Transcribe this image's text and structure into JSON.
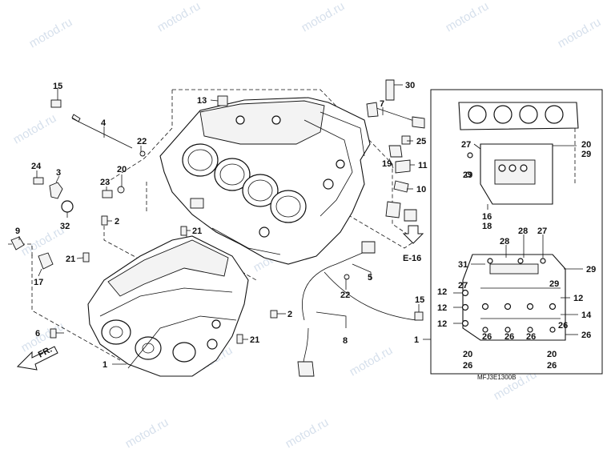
{
  "watermark": "motod.ru",
  "diagram_code": "MFJ3E1300B",
  "ref_e16": "E-16",
  "front_marker": "FR.",
  "callouts": {
    "c1a": "1",
    "c1b": "1",
    "c2a": "2",
    "c2b": "2",
    "c3": "3",
    "c4": "4",
    "c5": "5",
    "c6": "6",
    "c7": "7",
    "c8": "8",
    "c9": "9",
    "c10": "10",
    "c11": "11",
    "c13": "13",
    "c15a": "15",
    "c15b": "15",
    "c17": "17",
    "c19": "19",
    "c20a": "20",
    "c20b": "20",
    "c21a": "21",
    "c21b": "21",
    "c21c": "21",
    "c22a": "22",
    "c22b": "22",
    "c23": "23",
    "c24": "24",
    "c25": "25",
    "c30": "30",
    "c32": "32"
  },
  "detail_callouts": {
    "d20_29": [
      "20",
      "29"
    ],
    "d27": "27",
    "d29": "29",
    "d16_18": [
      "16",
      "18"
    ],
    "d28": "28",
    "d28b": "28",
    "d27b": "27",
    "d31": "31",
    "d29b": "29",
    "d29c": "29",
    "d27c": "27",
    "d12a": "12",
    "d12b": "12",
    "d12c": "12",
    "d12d": "12",
    "d14": "14",
    "d26": [
      "26",
      "26",
      "26",
      "26",
      "26"
    ],
    "d20_26a": [
      "20",
      "26"
    ],
    "d20_26b": [
      "20",
      "26"
    ]
  }
}
